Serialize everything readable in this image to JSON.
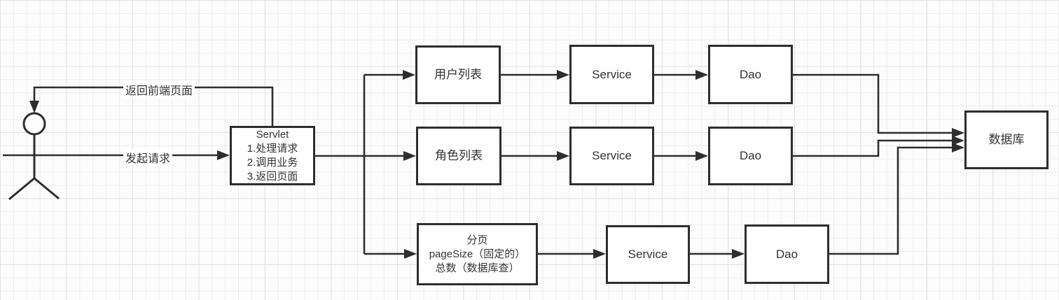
{
  "diagram": {
    "edges": {
      "return_label": "返回前端页面",
      "request_label": "发起请求"
    },
    "nodes": {
      "servlet": {
        "title": "Servlet",
        "lines": [
          "1.处理请求",
          "2.调用业务",
          "3.返回页面"
        ]
      },
      "user_list": {
        "label": "用户列表"
      },
      "role_list": {
        "label": "角色列表"
      },
      "paging": {
        "lines": [
          "分页",
          "pageSize（固定的）",
          "总数（数据库查）"
        ]
      },
      "service_row1": {
        "label": "Service"
      },
      "service_row2": {
        "label": "Service"
      },
      "service_row3": {
        "label": "Service"
      },
      "dao_row1": {
        "label": "Dao"
      },
      "dao_row2": {
        "label": "Dao"
      },
      "dao_row3": {
        "label": "Dao"
      },
      "database": {
        "label": "数据库"
      }
    },
    "colors": {
      "line": "#2e2e2e",
      "text": "#333333",
      "box_background": "#ffffff",
      "grid_minor": "#ededed",
      "grid_major": "#e3e3e3"
    }
  }
}
